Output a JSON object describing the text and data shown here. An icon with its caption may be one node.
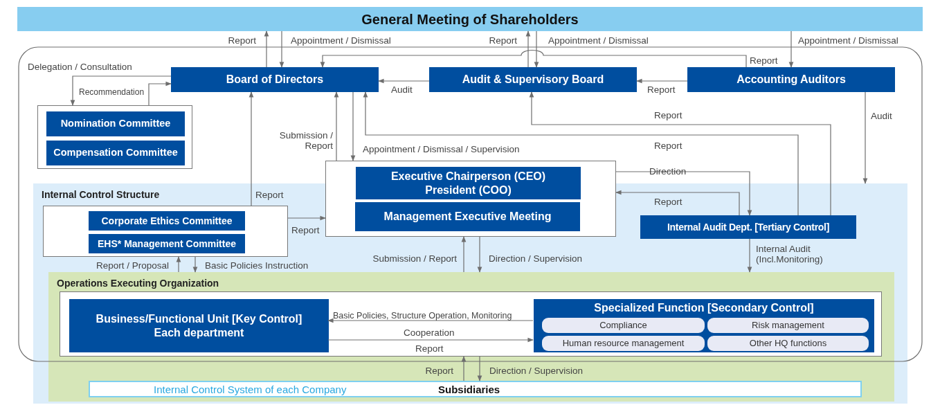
{
  "diagram": {
    "nodes": [
      {
        "text": [
          "General Meeting of Shareholders"
        ]
      },
      {
        "text": [
          "Board of Directors"
        ]
      },
      {
        "text": [
          "Audit & Supervisory Board"
        ]
      },
      {
        "text": [
          "Accounting Auditors"
        ]
      },
      {
        "text": [],
        "shape": "box"
      },
      {
        "text": [
          "Nomination Committee"
        ],
        "in": 4
      },
      {
        "text": [
          "Compensation Committee"
        ],
        "in": 4
      },
      {
        "text": [],
        "shape": "box"
      },
      {
        "text": [
          "Executive Chairperson (CEO) President (COO)"
        ],
        "in": 7
      },
      {
        "text": [
          "Management Executive Meeting"
        ]
      },
      {
        "text": [
          "Internal Control Structure"
        ]
      },
      {
        "text": [],
        "shape": "box",
        "in": 10
      },
      {
        "text": [
          "Corporate Ethics Committee"
        ],
        "in": 11
      },
      {
        "text": [
          "EHS* Management Committee"
        ],
        "in": 11
      },
      {
        "text": [
          "Internal Audit Dept. [Tertiary Control]"
        ],
        "in": 10
      },
      {
        "text": [
          "Operations Executing Organization"
        ],
        "in": 10
      },
      {
        "text": [],
        "shape": "box",
        "in": 15
      },
      {
        "text": [
          "Business/Functional Unit [Key Control] Each department"
        ],
        "in": 16
      },
      {
        "text": [
          "Specialized Function [Secondary Control]"
        ],
        "in": 16
      },
      {
        "text": [
          "Compliance"
        ],
        "in": 18
      },
      {
        "text": [
          "Risk management"
        ],
        "in": 18
      },
      {
        "text": [
          "Human resource management"
        ],
        "in": 18
      },
      {
        "text": [
          "Other HQ functions"
        ],
        "in": 18
      },
      {
        "text": [
          "Internal Control System of each Company",
          "Subsidiaries"
        ],
        "in": 15
      }
    ],
    "edges": [
      {
        "from": 1,
        "to": 0,
        "arrow": "to",
        "label": "Report"
      },
      {
        "from": 0,
        "to": 1,
        "arrow": "to",
        "label": "Appointment / Dismissal"
      },
      {
        "from": 2,
        "to": 0,
        "arrow": "to",
        "label": "Report"
      },
      {
        "from": 0,
        "to": 2,
        "arrow": "to",
        "label": "Appointment / Dismissal"
      },
      {
        "from": 0,
        "to": 3,
        "arrow": "to",
        "label": "Appointment / Dismissal"
      },
      {
        "from": 3,
        "to": 1,
        "arrow": "to",
        "label": "Report"
      },
      {
        "from": 2,
        "to": 1,
        "arrow": "to",
        "label": "Audit"
      },
      {
        "from": 3,
        "to": 2,
        "arrow": "to",
        "label": "Report"
      },
      {
        "from": 1,
        "to": 4,
        "arrow": "to",
        "label": "Delegation / Consultation"
      },
      {
        "from": 4,
        "to": 1,
        "arrow": "to",
        "label": "Recommendation"
      },
      {
        "from": 14,
        "to": 2,
        "arrow": "to",
        "label": "Report"
      },
      {
        "from": 14,
        "to": 1,
        "arrow": "to",
        "label": "Report"
      },
      {
        "from": 7,
        "to": 1,
        "arrow": "to",
        "label": "Submission / Report"
      },
      {
        "from": 1,
        "to": 7,
        "arrow": "to",
        "label": "Appointment / Dismissal / Supervision"
      },
      {
        "from": 3,
        "to": 10,
        "arrow": "to",
        "label": "Audit"
      },
      {
        "from": 11,
        "to": 1,
        "arrow": "to",
        "label": "Report"
      },
      {
        "from": 7,
        "to": 14,
        "arrow": "to",
        "label": "Direction"
      },
      {
        "from": 14,
        "to": 7,
        "arrow": "to",
        "label": "Report"
      },
      {
        "from": 11,
        "to": 7,
        "arrow": "to",
        "label": "Report"
      },
      {
        "from": 15,
        "to": 11,
        "arrow": "to",
        "label": "Report / Proposal"
      },
      {
        "from": 11,
        "to": 15,
        "arrow": "to",
        "label": "Basic Policies Instruction"
      },
      {
        "from": 15,
        "to": 7,
        "arrow": "to",
        "label": "Submission / Report"
      },
      {
        "from": 7,
        "to": 15,
        "arrow": "to",
        "label": "Direction / Supervision"
      },
      {
        "from": 14,
        "to": 15,
        "arrow": "to",
        "label": "Internal Audit (Incl.Monitoring)"
      },
      {
        "from": 18,
        "to": 17,
        "arrow": "to",
        "label": "Basic Policies, Structure Operation, Monitoring"
      },
      {
        "from": 17,
        "to": 18,
        "arrow": "to",
        "label": "Report"
      },
      {
        "from": 23,
        "to": 16,
        "arrow": "to",
        "label": "Report"
      },
      {
        "from": 16,
        "to": 23,
        "arrow": "to",
        "label": "Direction / Supervision"
      }
    ],
    "labels": [
      "Cooperation"
    ]
  }
}
